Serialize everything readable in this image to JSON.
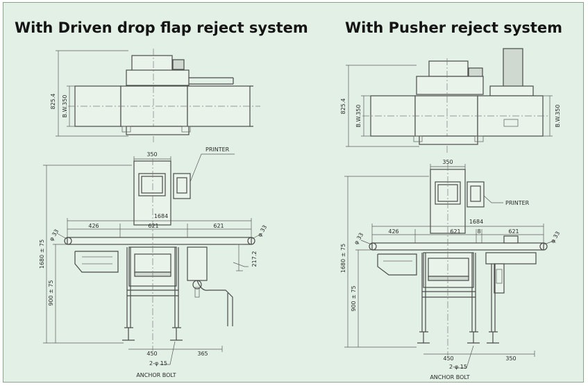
{
  "titles": {
    "left": "With Driven drop flap reject system",
    "right": "With Pusher reject system"
  },
  "left": {
    "plan": {
      "height": "825.4",
      "belt_width": "B.W.350"
    },
    "elevation": {
      "top_width": "350",
      "printer": "PRINTER",
      "overall_length": "1684",
      "segment_a": "426",
      "segment_b": "621",
      "segment_c": "621",
      "dia_left": "φ 33",
      "dia_right": "φ 33",
      "flap_height": "217.2",
      "total_height": "1680 ± 75",
      "conveyor_height": "900 ± 75",
      "base_width": "450",
      "base_offset": "365",
      "bolt_holes": "2-φ 15",
      "anchor": "ANCHOR BOLT"
    }
  },
  "right": {
    "plan": {
      "height": "825.4",
      "belt_width_left": "B.W.350",
      "belt_width_right": "B.W.350"
    },
    "elevation": {
      "top_width": "350",
      "printer": "PRINTER",
      "overall_length": "1684",
      "segment_a": "426",
      "segment_b": "621",
      "segment_gap": "8",
      "segment_c": "621",
      "dia_left": "φ 33",
      "dia_right": "φ 33",
      "total_height": "1680 ± 75",
      "conveyor_height": "900 ± 75",
      "base_width": "450",
      "base_offset": "350",
      "bolt_holes": "2-φ 15",
      "anchor": "ANCHOR BOLT"
    }
  }
}
